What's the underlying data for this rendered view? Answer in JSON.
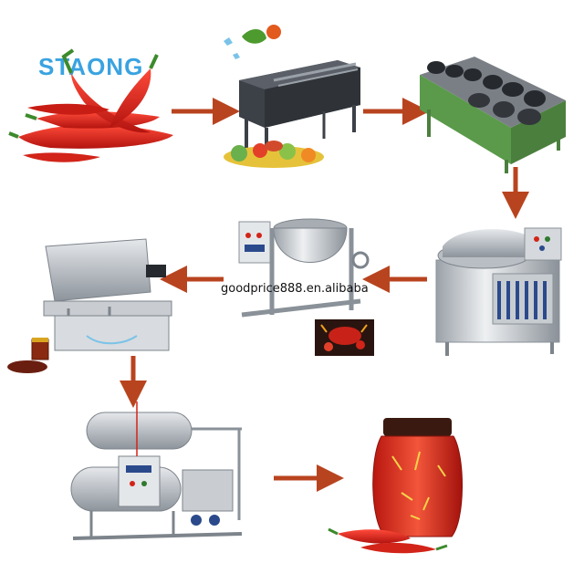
{
  "brand": {
    "name": "STAONG"
  },
  "watermark": {
    "text": "goodprice888.en.alibaba"
  },
  "colors": {
    "brand": "#3aa3e0",
    "arrow": "#b8441f",
    "chili": "#d6221a",
    "steel": "#c9cdd2",
    "steel_dark": "#8e959c",
    "machine_dark": "#3a3d42",
    "conveyor_green": "#5a9a4a",
    "panel_blue": "#2b4a8c"
  },
  "steps": [
    {
      "name": "red-chili-peppers",
      "icon": "chili-pepper-icon"
    },
    {
      "name": "washing-machine",
      "icon": "washing-machine-icon"
    },
    {
      "name": "air-drying-machine",
      "icon": "drying-fan-icon"
    },
    {
      "name": "bowl-cutter",
      "icon": "bowl-cutter-icon"
    },
    {
      "name": "jacketed-cooking-kettle",
      "icon": "cooking-kettle-icon"
    },
    {
      "name": "filling-machine",
      "icon": "filling-machine-icon"
    },
    {
      "name": "sterilization-retort",
      "icon": "retort-icon"
    },
    {
      "name": "chili-sauce-jar",
      "icon": "jar-icon"
    }
  ]
}
